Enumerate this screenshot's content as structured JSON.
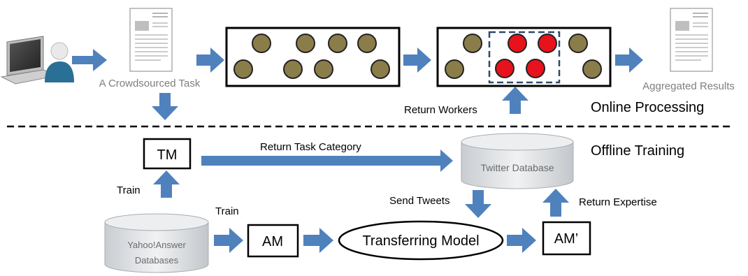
{
  "labels": {
    "crowdsourced_task": "A Crowdsourced Task",
    "aggregated_results": "Aggregated Results",
    "return_workers": "Return Workers",
    "online_processing": "Online Processing",
    "offline_training": "Offline Training",
    "return_task_category": "Return Task Category",
    "twitter_database": "Twitter Database",
    "send_tweets": "Send Tweets",
    "return_expertise": "Return Expertise",
    "train_tm": "Train",
    "train_am": "Train",
    "yahoo_line1": "Yahoo!Answer",
    "yahoo_line2": "Databases",
    "tm": "TM",
    "am": "AM",
    "am_prime": "AM’",
    "transferring_model": "Transferring Model"
  },
  "colors": {
    "arrow": "#4f81bd",
    "worker": "#8b7d4a",
    "selected_worker": "#e8121c",
    "selection_box": "#2e4a6b",
    "cylinder_fill": "#e6e8ea"
  },
  "workers": {
    "pool_count": 8,
    "second_pool_unselected": 4,
    "second_pool_selected": 4
  },
  "icons": [
    "laptop-icon",
    "user-icon",
    "document-icon"
  ]
}
